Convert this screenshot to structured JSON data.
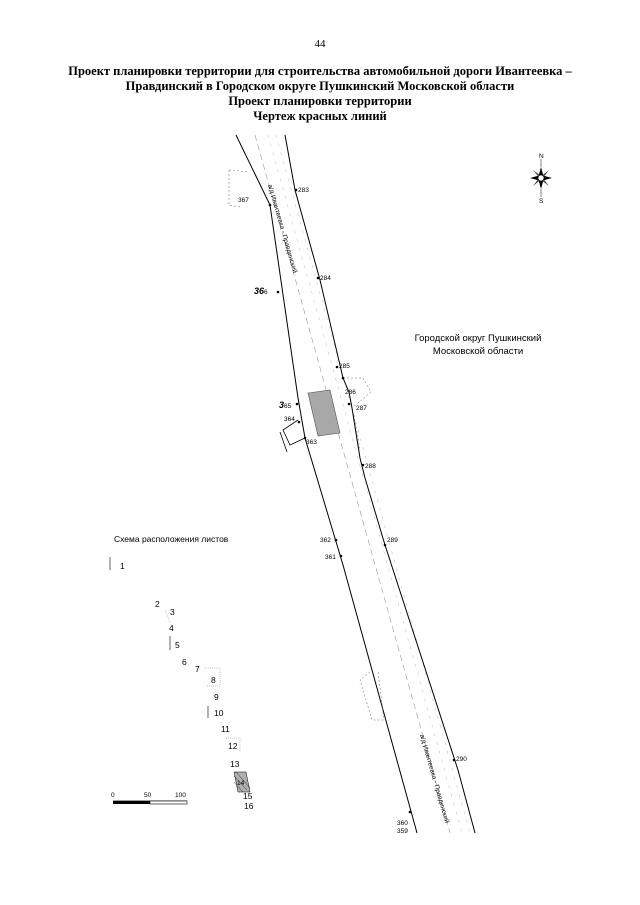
{
  "page_number": "44",
  "title": {
    "line1": "Проект планировки территории для строительства автомобильной дороги Ивантеевка –",
    "line2": "Правдинский в Городском округе Пушкинский Московской области",
    "line3": "Проект планировки территории",
    "line4": "Чертеж красных линий"
  },
  "region_label": {
    "line1": "Городской округ Пушкинский",
    "line2": "Московской области"
  },
  "road_label_top": "а/д Ивантеевка - Правдинский",
  "road_label_bottom": "а/д Ивантеевка - Правдинский",
  "points": {
    "p283": "283",
    "p284": "284",
    "p285": "285",
    "p286": "286",
    "p287": "287",
    "p288": "288",
    "p289": "289",
    "p290": "290",
    "p360": "360",
    "p359": "359",
    "p361": "361",
    "p362": "362",
    "p363": "363",
    "p364": "364",
    "p365_prefix": "3",
    "p365_suffix": "65",
    "p366_prefix": "36",
    "p366_suffix": "6",
    "p367": "367"
  },
  "scheme": {
    "title": "Схема расположения листов",
    "sheets": [
      "1",
      "2",
      "3",
      "4",
      "5",
      "6",
      "7",
      "8",
      "9",
      "10",
      "11",
      "12",
      "13",
      "14",
      "15",
      "16"
    ],
    "current_sheet": "14"
  },
  "scale": {
    "t0": "0",
    "t50": "50",
    "t100": "100"
  },
  "north_arrow": {
    "n": "N",
    "s": "S"
  }
}
